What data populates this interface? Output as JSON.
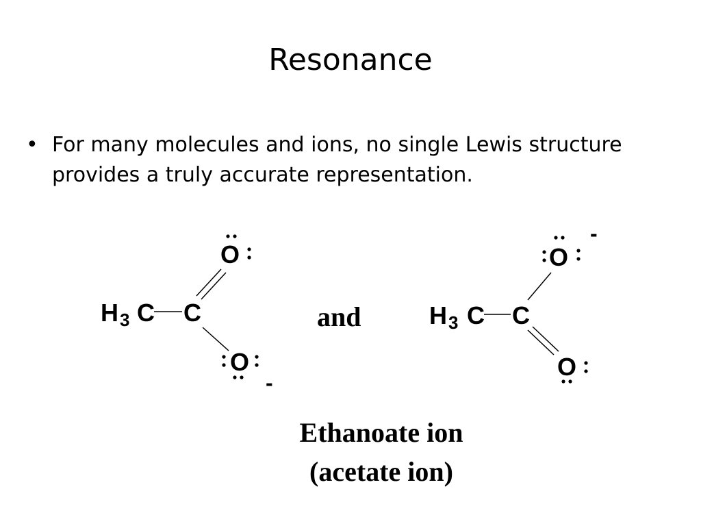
{
  "slide": {
    "title": "Resonance",
    "bullet": "For many molecules and ions, no single Lewis structure provides a truly accurate representation.",
    "bullet_marker": "•"
  },
  "diagram": {
    "structure_left": {
      "methyl_h": "H",
      "methyl_sub": "3",
      "methyl_c": "C",
      "carbonyl_c": "C",
      "oxygen_top": "O",
      "oxygen_bottom": "O",
      "charge": "-"
    },
    "connector": "and",
    "structure_right": {
      "methyl_h": "H",
      "methyl_sub": "3",
      "methyl_c": "C",
      "carbonyl_c": "C",
      "oxygen_top": "O",
      "oxygen_bottom": "O",
      "charge": "-"
    },
    "caption_line1": "Ethanoate ion",
    "caption_line2": "(acetate ion)"
  }
}
